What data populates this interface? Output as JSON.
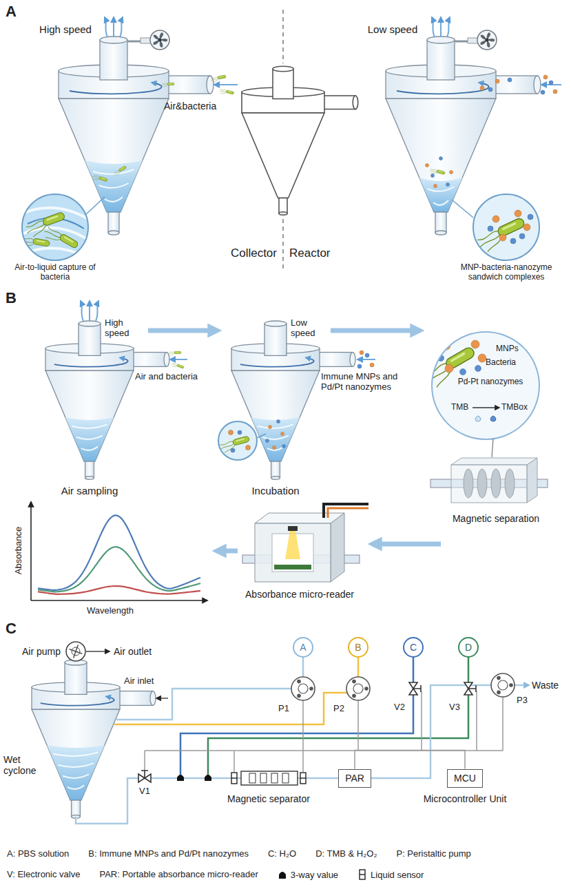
{
  "diagram": {
    "nodes": [
      {
        "text": [
          "A"
        ]
      },
      {
        "text": [
          "B"
        ]
      },
      {
        "text": [
          "C"
        ]
      },
      {
        "text": [
          "D"
        ]
      },
      {
        "text": [
          "PAR"
        ]
      },
      {
        "text": [
          "MCU"
        ]
      }
    ],
    "edges": [
      {
        "from": 4,
        "to": 5,
        "arrow": "none"
      }
    ],
    "labels": [
      "A",
      "High speed",
      "Air&bacteria",
      "Air-to-liquid capture of bacteria",
      "Collector",
      "Reactor",
      "Low speed",
      "MNP-bacteria-nanozyme sandwich complexes",
      "B",
      "High speed",
      "Air and bacteria",
      "Air sampling",
      "Low speed",
      "Immune MNPs and Pd/Pt nanozymes",
      "Incubation",
      "MNPs",
      "Bacteria",
      "Pd-Pt nanozymes",
      "TMB",
      "TMBox",
      "Magnetic separation",
      "Absorbance micro-reader",
      "Absorbance",
      "Wavelength",
      "C",
      "Air pump",
      "Air outlet",
      "Air inlet",
      "Wet cyclone",
      "P1",
      "P2",
      "V2",
      "V3",
      "P3",
      "Waste",
      "V1",
      "Magnetic separator",
      "Microcontroller Unit"
    ],
    "legend": [
      {
        "text": "A: PBS solution"
      },
      {
        "text": "B: Immune MNPs and Pd/Pt nanozymes"
      },
      {
        "text": "C: H₂O"
      },
      {
        "text": "D: TMB & H₂O₂"
      },
      {
        "text": "P: Peristaltic pump"
      },
      {
        "text": "V: Electronic valve"
      },
      {
        "text": "PAR: Portable absorbance micro-reader"
      },
      {
        "text": "3-way value"
      },
      {
        "text": "Liquid sensor"
      }
    ]
  }
}
